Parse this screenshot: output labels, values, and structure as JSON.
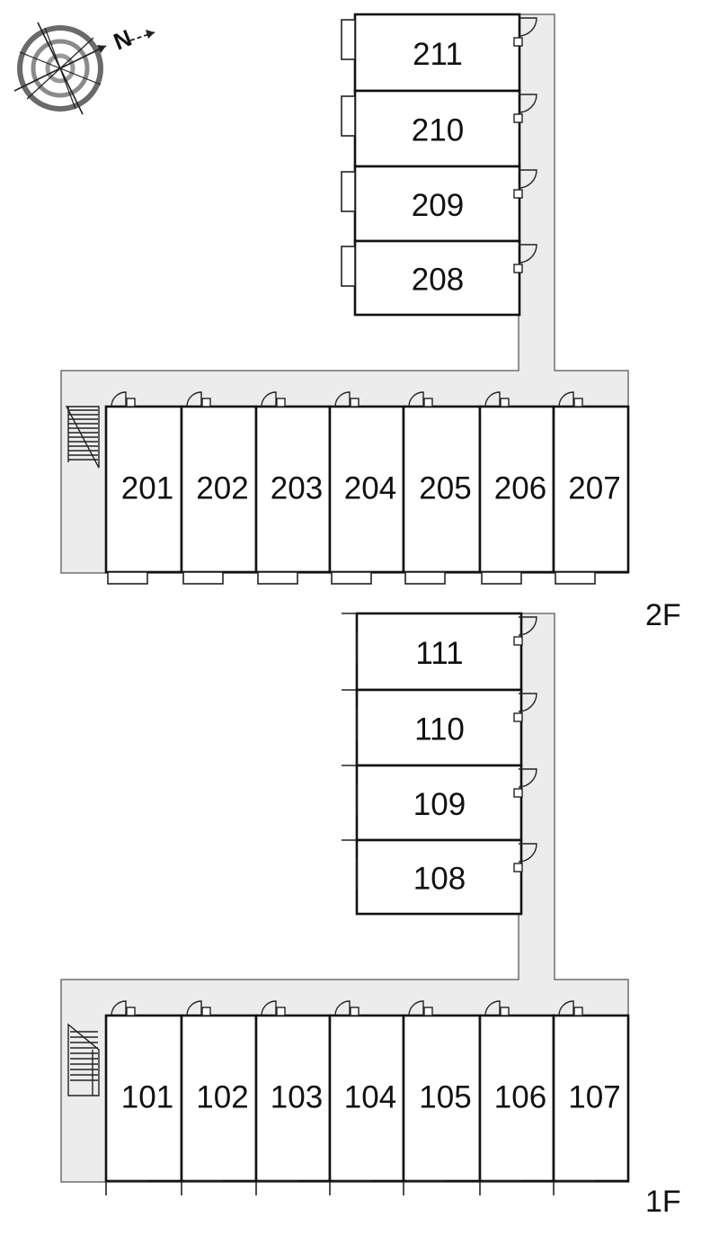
{
  "floors": [
    {
      "label": "2F",
      "wing_rooms": [
        "211",
        "210",
        "209",
        "208"
      ],
      "row_rooms": [
        "201",
        "202",
        "203",
        "204",
        "205",
        "206",
        "207"
      ]
    },
    {
      "label": "1F",
      "wing_rooms": [
        "111",
        "110",
        "109",
        "108"
      ],
      "row_rooms": [
        "101",
        "102",
        "103",
        "104",
        "105",
        "106",
        "107"
      ]
    }
  ],
  "compass": {
    "north_letter": "N",
    "icon": "compass-rose-icon"
  }
}
